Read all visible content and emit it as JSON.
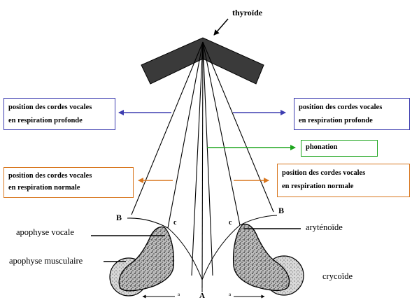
{
  "labels": {
    "thyroid": "thyroïde",
    "arytenoid": "aryténoïde",
    "cricoid": "crycoïde",
    "vocal_process": "apophyse vocale",
    "muscular_process": "apophyse musculaire",
    "point_a": "A",
    "point_b_left": "B",
    "point_b_right": "B",
    "point_c_left": "c",
    "point_c_right": "c",
    "tick_a_left": "a",
    "tick_a_right": "a"
  },
  "boxes": {
    "deep_left": {
      "line1": "position des cordes vocales",
      "line2": "en respiration profonde"
    },
    "deep_right": {
      "line1": "position des cordes vocales",
      "line2": "en respiration profonde"
    },
    "phonation": {
      "line1": "phonation"
    },
    "normal_left": {
      "line1": "position des cordes vocales",
      "line2": "en respiration normale"
    },
    "normal_right": {
      "line1": "position des cordes vocales",
      "line2": "en respiration normale"
    }
  },
  "colors": {
    "deep": "#3d3db0",
    "phonation": "#1ea51e",
    "normal": "#d8761e",
    "ink": "#000000",
    "thyroid_fill": "#3a3a3a"
  }
}
